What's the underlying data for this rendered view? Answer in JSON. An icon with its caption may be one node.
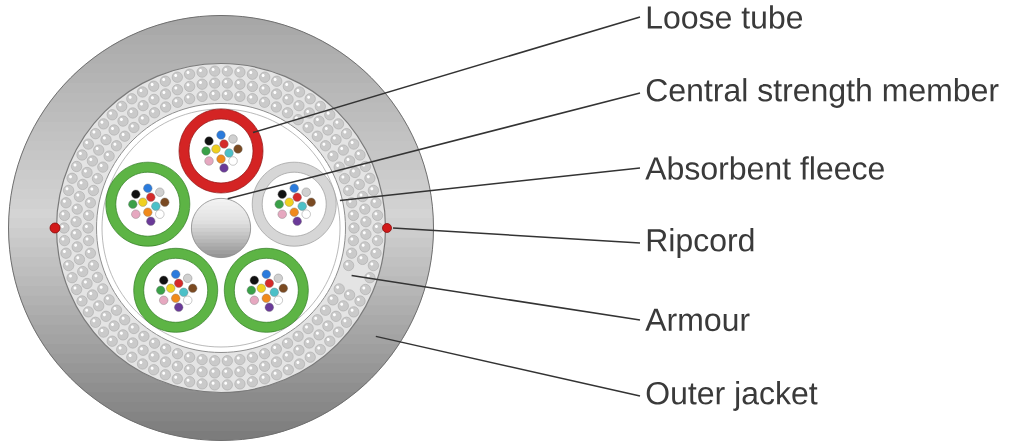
{
  "diagram": {
    "nodes": [
      {
        "text": [],
        "shape": "circle"
      },
      {
        "text": [],
        "shape": "circle",
        "in": 0
      },
      {
        "text": [],
        "shape": "circle",
        "in": 0
      },
      {
        "text": [],
        "shape": "circle",
        "in": 1
      },
      {
        "text": [],
        "shape": "circle",
        "in": 3
      },
      {
        "text": [],
        "shape": "circle",
        "in": 3
      },
      {
        "text": [
          "Loose tube"
        ]
      },
      {
        "text": [
          "Central strength member"
        ]
      },
      {
        "text": [
          "Absorbent fleece"
        ]
      },
      {
        "text": [
          "Ripcord"
        ]
      },
      {
        "text": [
          "Armour"
        ]
      },
      {
        "text": [
          "Outer jacket"
        ]
      }
    ],
    "edges": [
      {
        "from": 6,
        "to": 4,
        "arrow": "none"
      },
      {
        "from": 7,
        "to": 5,
        "arrow": "none"
      },
      {
        "from": 8,
        "to": 3,
        "arrow": "none"
      },
      {
        "from": 9,
        "to": 2,
        "arrow": "none"
      },
      {
        "from": 10,
        "to": 1,
        "arrow": "none"
      },
      {
        "from": 11,
        "to": 0,
        "arrow": "none"
      }
    ]
  }
}
